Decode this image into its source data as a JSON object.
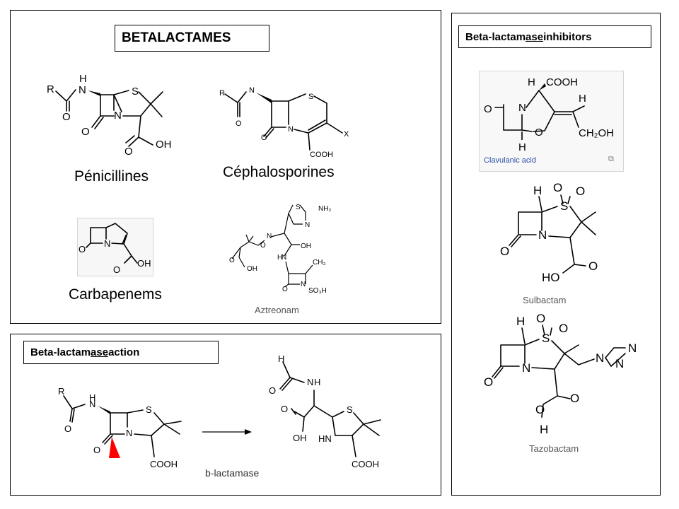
{
  "main": {
    "title": "BETALACTAMES",
    "labels": {
      "penicillines": "Pénicillines",
      "cephalosporines": "Céphalosporines",
      "carbapenems": "Carbapenems",
      "aztreonam": "Aztreonam"
    }
  },
  "action": {
    "title_part1": "Beta-lactam",
    "title_underlined": "ase",
    "title_part2": " action",
    "enzyme_label": "b-lactamase",
    "marker_color": "#ff0000"
  },
  "inhibitors": {
    "title_part1": "Beta-lactam",
    "title_underlined": "ase",
    "title_part2": " inhibitors",
    "items": {
      "clavulanic": "Clavulanic acid",
      "sulbactam": "Sulbactam",
      "tazobactam": "Tazobactam"
    }
  },
  "atoms": {
    "R": "R",
    "H": "H",
    "N": "N",
    "O": "O",
    "S": "S",
    "X": "X",
    "OH": "OH",
    "COOH": "COOH",
    "NH2": "NH₂",
    "CH3": "CH₃",
    "SO3H": "SO₃H",
    "HN": "HN",
    "CH2OH": "CH₂OH",
    "HO": "HO"
  }
}
